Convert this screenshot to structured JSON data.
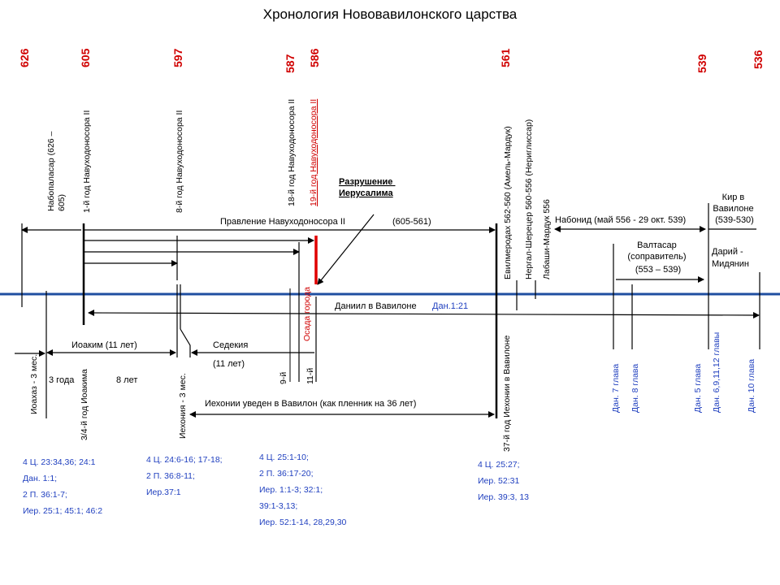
{
  "title": "Хронология Нововавилонского царства",
  "years": [
    "626",
    "605",
    "597",
    "587",
    "586",
    "561",
    "539",
    "536"
  ],
  "vertical_labels": {
    "nabopolassar": "Набопаласар (626 – 605)",
    "nebuchadnezzar_1": "1-й год Навуходоносора II",
    "nebuchadnezzar_8": "8-й год Навуходоносора II",
    "nebuchadnezzar_18": "18-й год Навуходоносора II",
    "nebuchadnezzar_19": "19-й год Навуходоносора II",
    "evilmerodach": "Евилмеродах 562-560 (Амель-Мардук)",
    "neriglissar": "Нергал-Шерецер 560-556 (Нериглиссар)",
    "labashi": "Лабаши-Мардук 556",
    "siege": "Осада    города",
    "ioachaz": "Иоахаз - 3 мес.",
    "ioakim_year": "3/4-й год Иоакима",
    "iechonia": "Иехония - 3 мес.",
    "zedekiah_9": "9-й",
    "zedekiah_11": "11-й",
    "iechonia_37": "37-й год Иехонии в Вавилоне",
    "iechonia_babylon": "Иехонии в Вавилоне",
    "dan7": "Дан. 7 глава",
    "dan8": "Дан. 8 глава",
    "dan5": "Дан. 5 глава",
    "dan6": "Дан. 6,9,11,12 главы",
    "dan10": "Дан. 10 глава"
  },
  "labels": {
    "destruction": "Разрушение Иерусалима",
    "reign": "Правление Навуходоносора II",
    "reign_years": "(605-561)",
    "nabonid": "Набонид (май 556 - 29 окт. 539)",
    "cyrus_1": "Кир в",
    "cyrus_2": "Вавилоне",
    "cyrus_3": "(539-530)",
    "belshazzar_1": "Валтасар",
    "belshazzar_2": "(соправитель)",
    "belshazzar_3": "(553 – 539)",
    "darius_1": "Дарий -",
    "darius_2": "Мидянин",
    "daniel": "Даниил в Вавилоне",
    "daniel_ref": "Дан.1:21",
    "ioakim": "Иоаким  (11 лет)",
    "zedekiah": "Седекия",
    "zedekiah_years": "(11 лет)",
    "three_years": "3 года",
    "eight_years": "8 лет",
    "captivity": "Иехонии уведен в Вавилон (как пленник на 36 лет)"
  },
  "references": {
    "col1": [
      "4 Ц. 23:34,36;  24:1",
      "Дан. 1:1;",
      "2 П. 36:1-7;",
      "Иер. 25:1;  45:1; 46:2"
    ],
    "col2": [
      "4 Ц. 24:6-16; 17-18;",
      "2 П. 36:8-11;",
      "Иер.37:1"
    ],
    "col3": [
      "4 Ц. 25:1-10;",
      "2 П. 36:17-20;",
      "Иер. 1:1-3;  32:1;",
      "39:1-3,13;",
      "Иер. 52:1-14, 28,29,30"
    ],
    "col4": [
      "4 Ц. 25:27;",
      "Иер. 52:31",
      "Иер. 39:3, 13"
    ]
  },
  "colors": {
    "timeline": "#1f4ea0",
    "year": "#d00000",
    "reference": "#1f3fbf",
    "destruction_bar": "#e00000"
  }
}
